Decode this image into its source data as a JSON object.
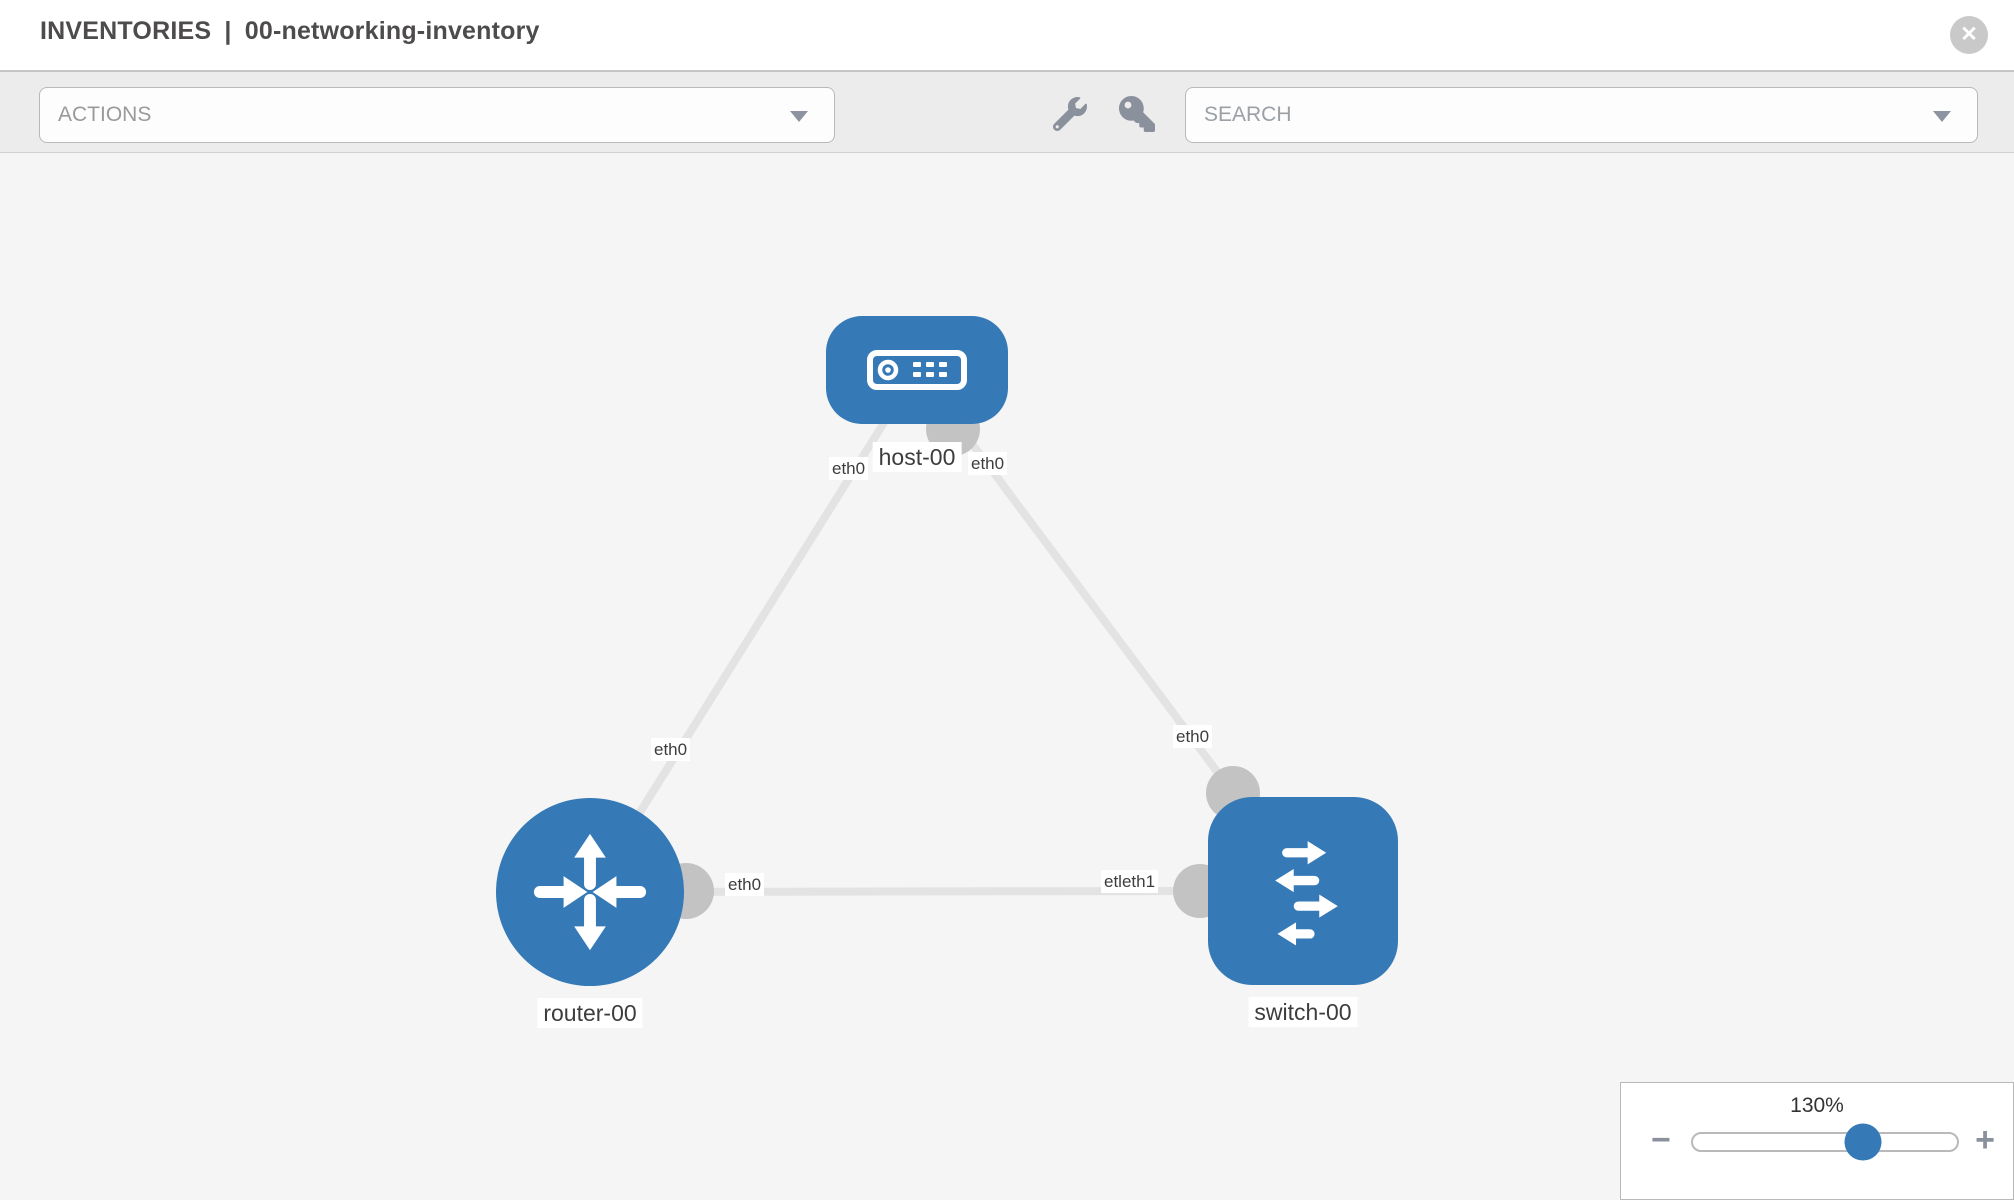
{
  "header": {
    "breadcrumb": "INVENTORIES",
    "separator": "|",
    "inventory_name": "00-networking-inventory",
    "close_icon_glyph": "✕"
  },
  "toolbar": {
    "actions_label": "ACTIONS",
    "search_placeholder": "SEARCH"
  },
  "topology": {
    "nodes": [
      {
        "id": "host-00",
        "type": "host",
        "label": "host-00"
      },
      {
        "id": "router-00",
        "type": "router",
        "label": "router-00"
      },
      {
        "id": "switch-00",
        "type": "switch",
        "label": "switch-00"
      }
    ],
    "links": [
      {
        "from": "host-00",
        "to": "router-00",
        "from_interface": "eth0",
        "to_interface": "eth0"
      },
      {
        "from": "host-00",
        "to": "switch-00",
        "from_interface": "eth0",
        "to_interface": "eth0"
      },
      {
        "from": "router-00",
        "to": "switch-00",
        "from_interface": "eth0",
        "to_interface": "etleth1"
      }
    ]
  },
  "zoom_control": {
    "level": "130%",
    "minus_glyph": "−",
    "plus_glyph": "+"
  },
  "colors": {
    "node_blue": "#3579b7",
    "link_gray": "#e3e3e3",
    "connector_gray": "#c3c3c3",
    "canvas_bg": "#f5f5f5",
    "toolbar_bg": "#ececec"
  }
}
